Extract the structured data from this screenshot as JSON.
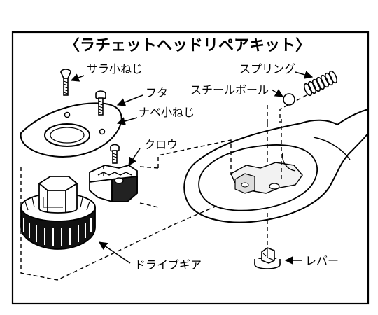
{
  "title": "〈ラチェットヘッドリペアキット〉",
  "labels": {
    "countersunk_screw": "サラ小ねじ",
    "cover": "フタ",
    "pan_head_screw": "ナベ小ねじ",
    "pawl": "クロウ",
    "drive_gear": "ドライブギア",
    "spring": "スプリング",
    "steel_ball": "スチールボール",
    "lever": "レバー"
  }
}
